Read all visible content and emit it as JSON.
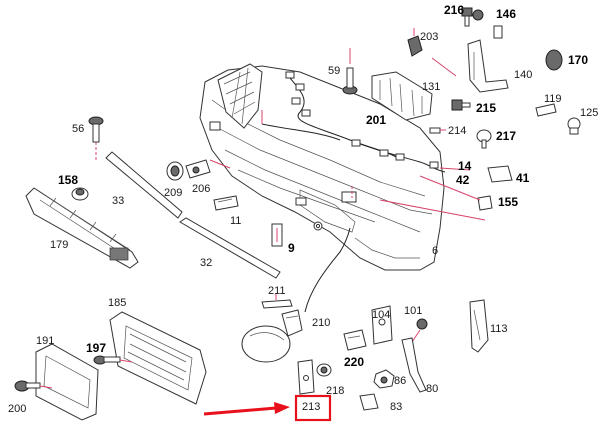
{
  "labels": {
    "l216": "216",
    "l146": "146",
    "l203": "203",
    "l59": "59",
    "l131": "131",
    "l140": "140",
    "l170": "170",
    "l119": "119",
    "l125": "125",
    "l215": "215",
    "l201": "201",
    "l214": "214",
    "l217": "217",
    "l14": "14",
    "l42": "42",
    "l41": "41",
    "l155": "155",
    "l56": "56",
    "l158": "158",
    "l209": "209",
    "l206": "206",
    "l33": "33",
    "l11": "11",
    "l179": "179",
    "l9": "9",
    "l32": "32",
    "l6": "6",
    "l211": "211",
    "l185": "185",
    "l210": "210",
    "l104": "104",
    "l101": "101",
    "l113": "113",
    "l191": "191",
    "l197": "197",
    "l220": "220",
    "l86": "86",
    "l218": "218",
    "l80": "80",
    "l200": "200",
    "l213": "213",
    "l83": "83"
  },
  "colors": {
    "leader": "#d8446a",
    "highlight": "#e8101a",
    "arrow": "#e8101a"
  },
  "highlighted_part": "213"
}
